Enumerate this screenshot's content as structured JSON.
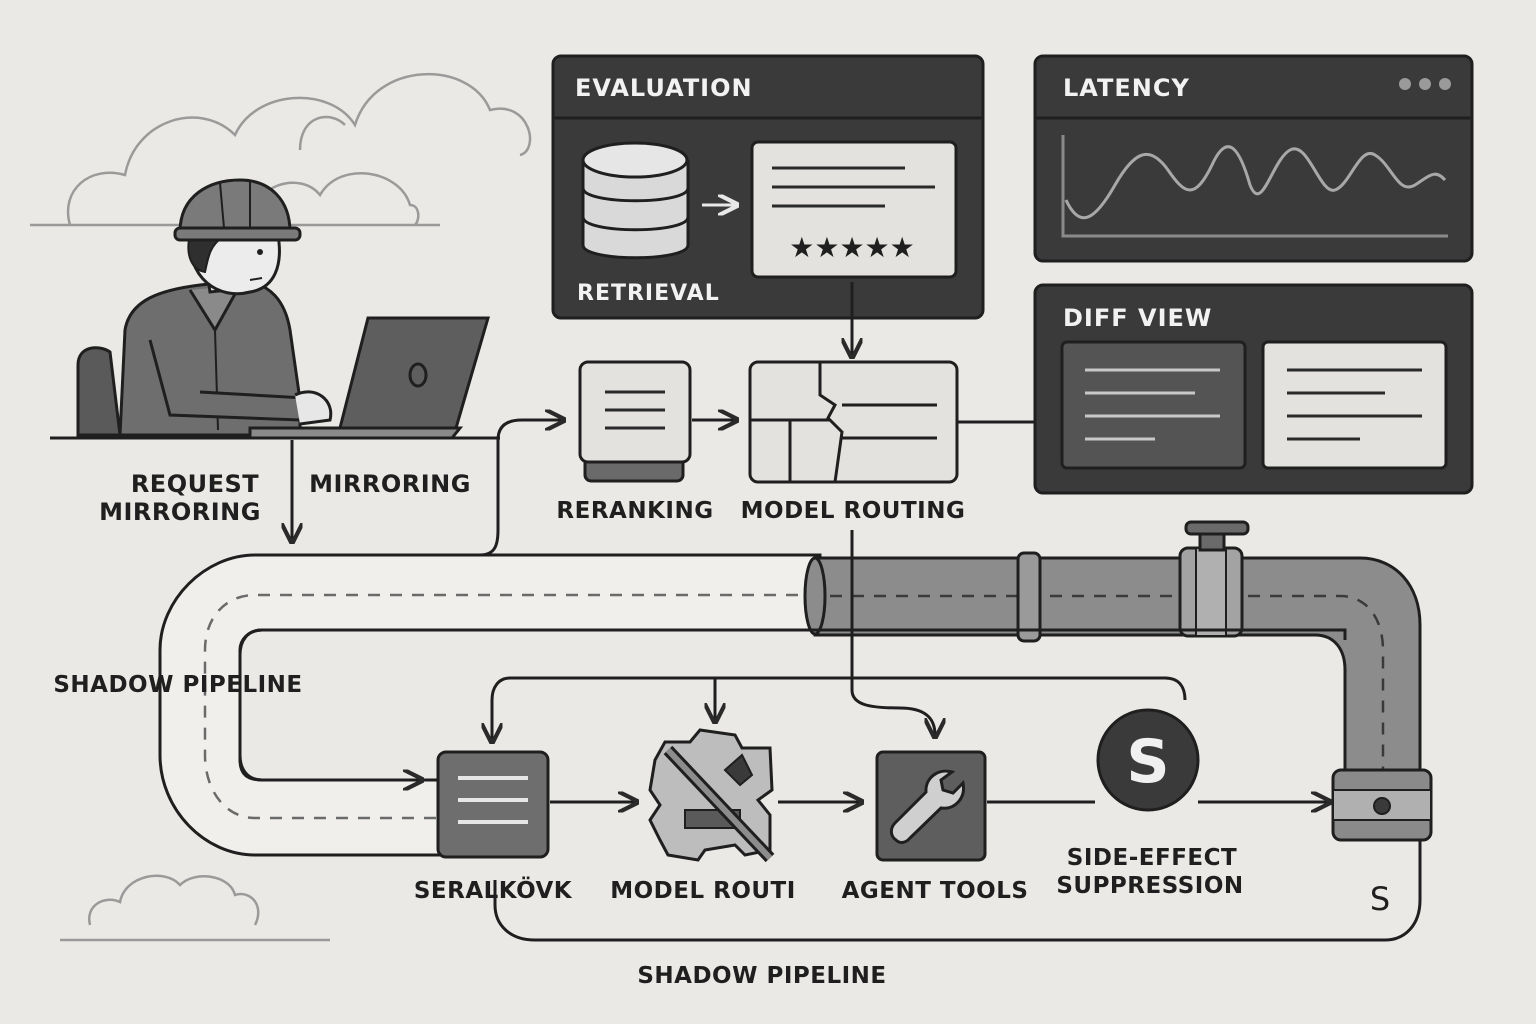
{
  "labels": {
    "request_mirroring_line1": "REQUEST",
    "request_mirroring_line2": "MIRRORING",
    "mirroring": "MIRRORING",
    "reranking": "RERANKING",
    "model_routing": "MODEL ROUTING",
    "shadow_pipeline_left": "SHADOW PIPELINE",
    "shadow_pipeline_bottom": "SHADOW PIPELINE",
    "seralkovk": "SERALKÖVK",
    "model_routi": "MODEL ROUTI",
    "agent_tools": "AGENT TOOLS",
    "side_effect_line1": "SIDE-EFFECT",
    "side_effect_line2": "SUPPRESSION",
    "s_symbol": "S",
    "s_glyph": "S"
  },
  "panels": {
    "evaluation": {
      "title": "EVALUATION",
      "retrieval": "RETRIEVAL",
      "stars": "★★★★★"
    },
    "latency": {
      "title": "LATENCY"
    },
    "diff_view": {
      "title": "DIFF VIEW"
    }
  },
  "colors": {
    "background": "#ebe9e5",
    "panel_dark": "#3a3a3a",
    "panel_light": "#e3e2de",
    "ink": "#1f1f1f"
  },
  "icons": {
    "database": "database-icon",
    "document": "document-icon",
    "wrench": "wrench-icon",
    "gear": "gear-icon",
    "laptop": "laptop-icon",
    "engineer": "engineer-icon"
  }
}
